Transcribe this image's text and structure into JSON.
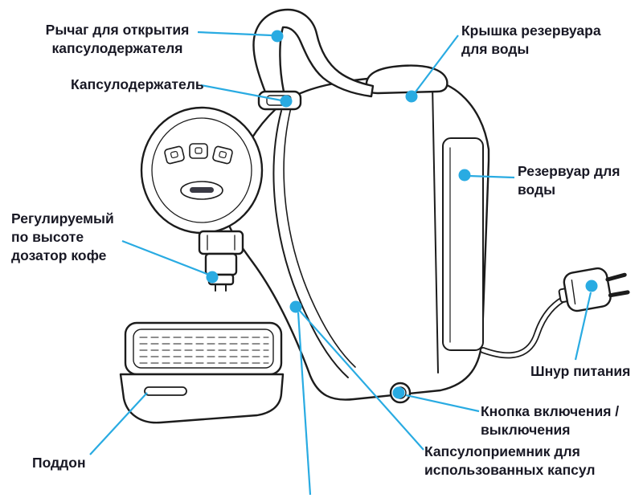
{
  "diagram": {
    "subject": "capsule-coffee-machine-parts-diagram",
    "colors": {
      "callout": "#29abe2",
      "label_text": "#181824",
      "outline": "#1c1c1c",
      "background": "#ffffff"
    },
    "labels": {
      "lever": "Рычаг для открытия\nкапсулодержателя",
      "capsule_holder": "Капсулодержатель",
      "tank_lid": "Крышка резервуара\nдля воды",
      "tank": "Резервуар для\nводы",
      "dispenser": "Регулируемый\nпо высоте\nдозатор кофе",
      "power_cord": "Шнур питания",
      "power_button": "Кнопка включения /\nвыключения",
      "capsule_bin": "Капсулоприемник для\nиспользованных капсул",
      "drip_tray": "Поддон"
    }
  }
}
